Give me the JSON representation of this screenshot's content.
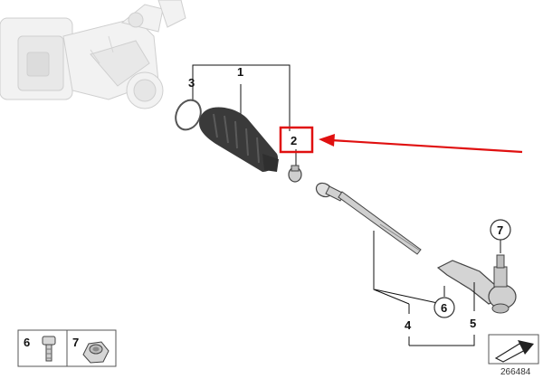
{
  "diagram": {
    "callouts": {
      "c1": "1",
      "c2": "2",
      "c3": "3",
      "c4": "4",
      "c5": "5",
      "c6": "6",
      "c7": "7"
    },
    "legend": {
      "item6": "6",
      "item7": "7"
    },
    "diagram_id": "266484",
    "colors": {
      "highlight": "#e01010",
      "part_dark": "#3a3a3a",
      "part_light": "#d9d9d9",
      "ghost": "#e6e6e6"
    },
    "icons": [
      "steering-rack-assembly",
      "bellows-boot",
      "retaining-ring",
      "hose-clamp",
      "inner-tie-rod",
      "outer-tie-rod-end",
      "bolt-icon",
      "self-locking-nut-icon",
      "view-direction-icon"
    ]
  }
}
